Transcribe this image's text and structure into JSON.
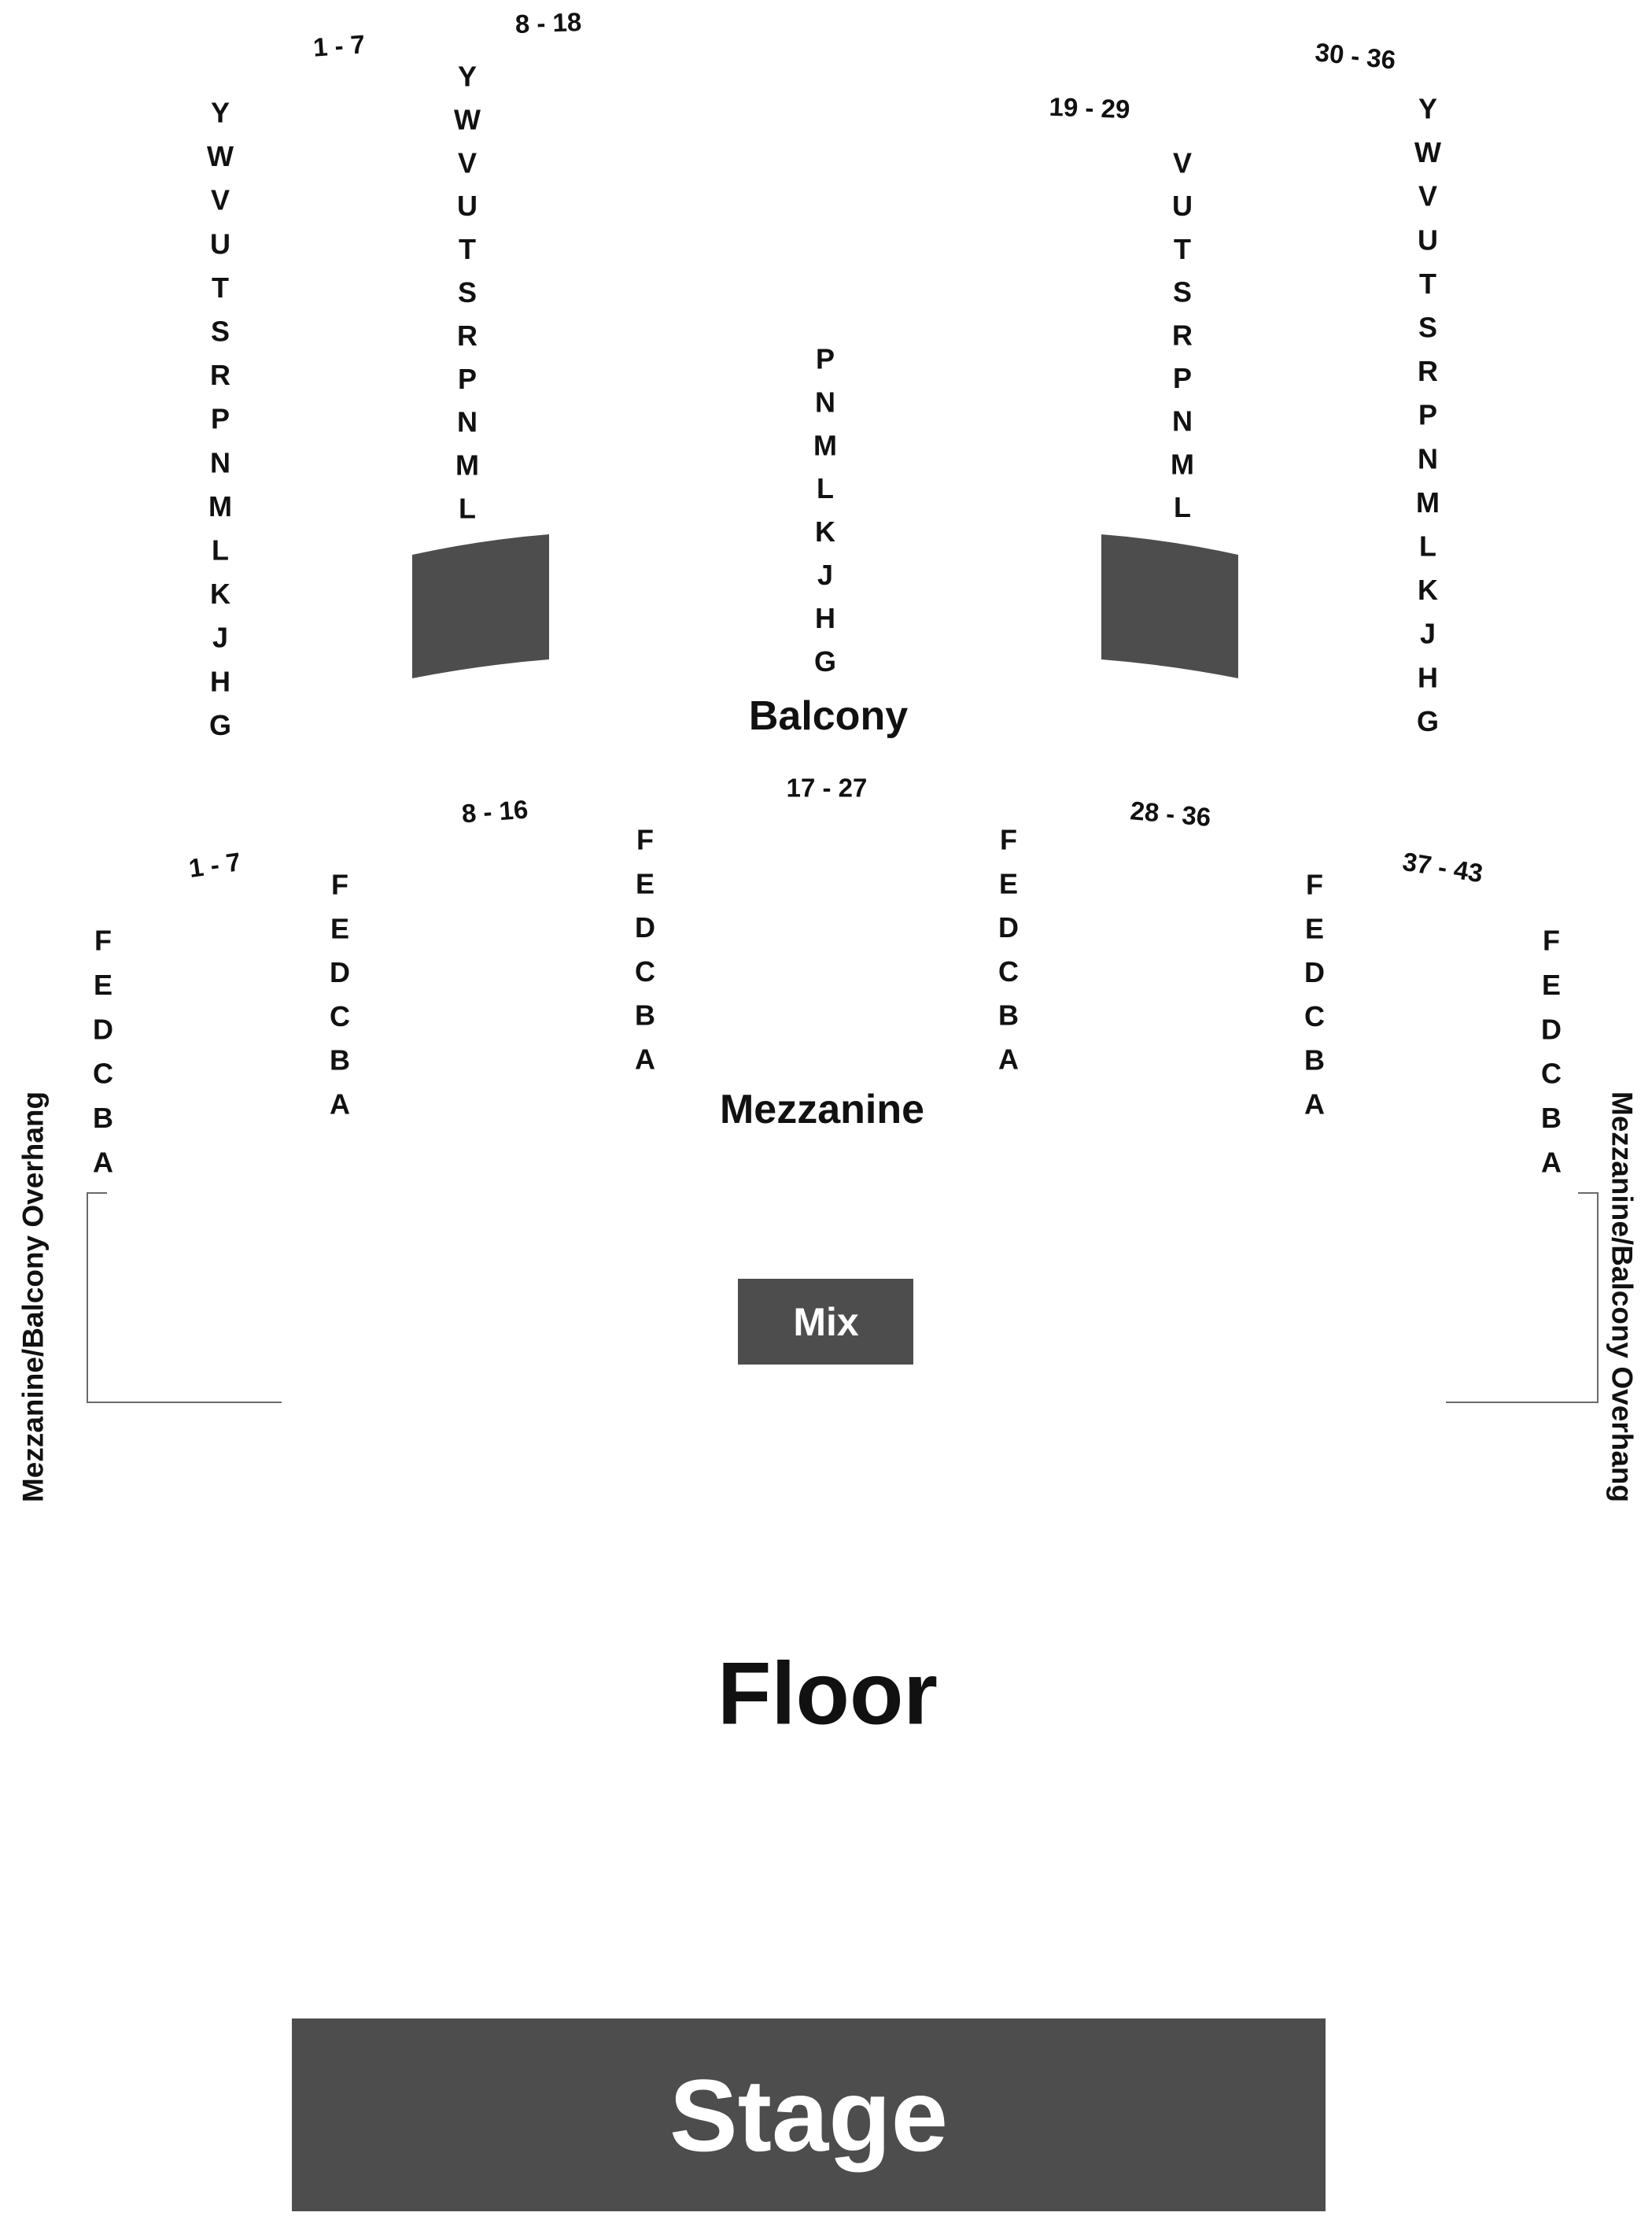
{
  "colors": {
    "text": "#111111",
    "block_fill": "#4d4d4d",
    "block_text": "#ffffff",
    "overhang_line": "#6a6a6a",
    "background": "#ffffff"
  },
  "section_labels": {
    "balcony": "Balcony",
    "mezzanine": "Mezzanine",
    "floor": "Floor",
    "overhang_left": "Mezzanine/Balcony Overhang",
    "overhang_right": "Mezzanine/Balcony Overhang"
  },
  "blocks": {
    "mix": "Mix",
    "stage": "Stage"
  },
  "balcony_columns": [
    {
      "id": "bal-1",
      "seats": "1 - 7",
      "rows": [
        "Y",
        "W",
        "V",
        "U",
        "T",
        "S",
        "R",
        "P",
        "N",
        "M",
        "L",
        "K",
        "J",
        "H",
        "G"
      ]
    },
    {
      "id": "bal-2",
      "seats": "8 - 18",
      "rows": [
        "Y",
        "W",
        "V",
        "U",
        "T",
        "S",
        "R",
        "P",
        "N",
        "M",
        "L"
      ]
    },
    {
      "id": "bal-3",
      "seats": "",
      "rows": [
        "P",
        "N",
        "M",
        "L",
        "K",
        "J",
        "H",
        "G"
      ]
    },
    {
      "id": "bal-4",
      "seats": "19 - 29",
      "rows": [
        "V",
        "U",
        "T",
        "S",
        "R",
        "P",
        "N",
        "M",
        "L"
      ]
    },
    {
      "id": "bal-5",
      "seats": "30 - 36",
      "rows": [
        "Y",
        "W",
        "V",
        "U",
        "T",
        "S",
        "R",
        "P",
        "N",
        "M",
        "L",
        "K",
        "J",
        "H",
        "G"
      ]
    }
  ],
  "mezzanine_columns": [
    {
      "id": "mez-1",
      "seats": "1 - 7",
      "rows": [
        "F",
        "E",
        "D",
        "C",
        "B",
        "A"
      ]
    },
    {
      "id": "mez-2",
      "seats": "8 - 16",
      "rows": [
        "F",
        "E",
        "D",
        "C",
        "B",
        "A"
      ]
    },
    {
      "id": "mez-3",
      "seats": "17 - 27",
      "rows": [
        "F",
        "E",
        "D",
        "C",
        "B",
        "A"
      ]
    },
    {
      "id": "mez-4",
      "seats": "",
      "rows": [
        "F",
        "E",
        "D",
        "C",
        "B",
        "A"
      ]
    },
    {
      "id": "mez-5",
      "seats": "28 - 36",
      "rows": [
        "F",
        "E",
        "D",
        "C",
        "B",
        "A"
      ]
    },
    {
      "id": "mez-6",
      "seats": "37 - 43",
      "rows": [
        "F",
        "E",
        "D",
        "C",
        "B",
        "A"
      ]
    }
  ]
}
